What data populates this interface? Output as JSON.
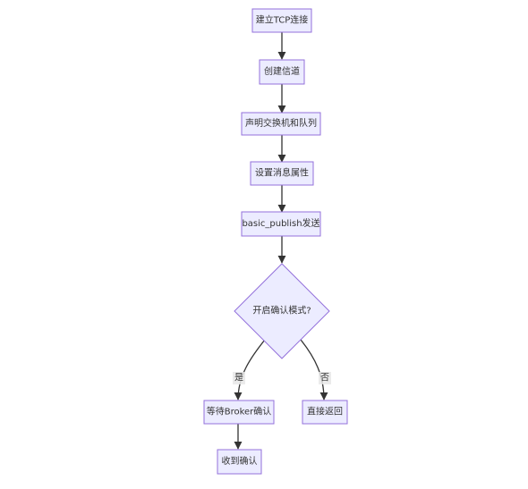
{
  "nodes": {
    "tcp": "建立TCP连接",
    "channel": "创建信道",
    "declare": "声明交换机和队列",
    "props": "设置消息属性",
    "publish": "basic_publish发送",
    "decision": "开启确认模式?",
    "wait": "等待Broker确认",
    "return": "直接返回",
    "received": "收到确认"
  },
  "edges": {
    "yes": "是",
    "no": "否"
  },
  "colors": {
    "node_fill": "#ececff",
    "node_stroke": "#9370db",
    "edge": "#333333"
  }
}
